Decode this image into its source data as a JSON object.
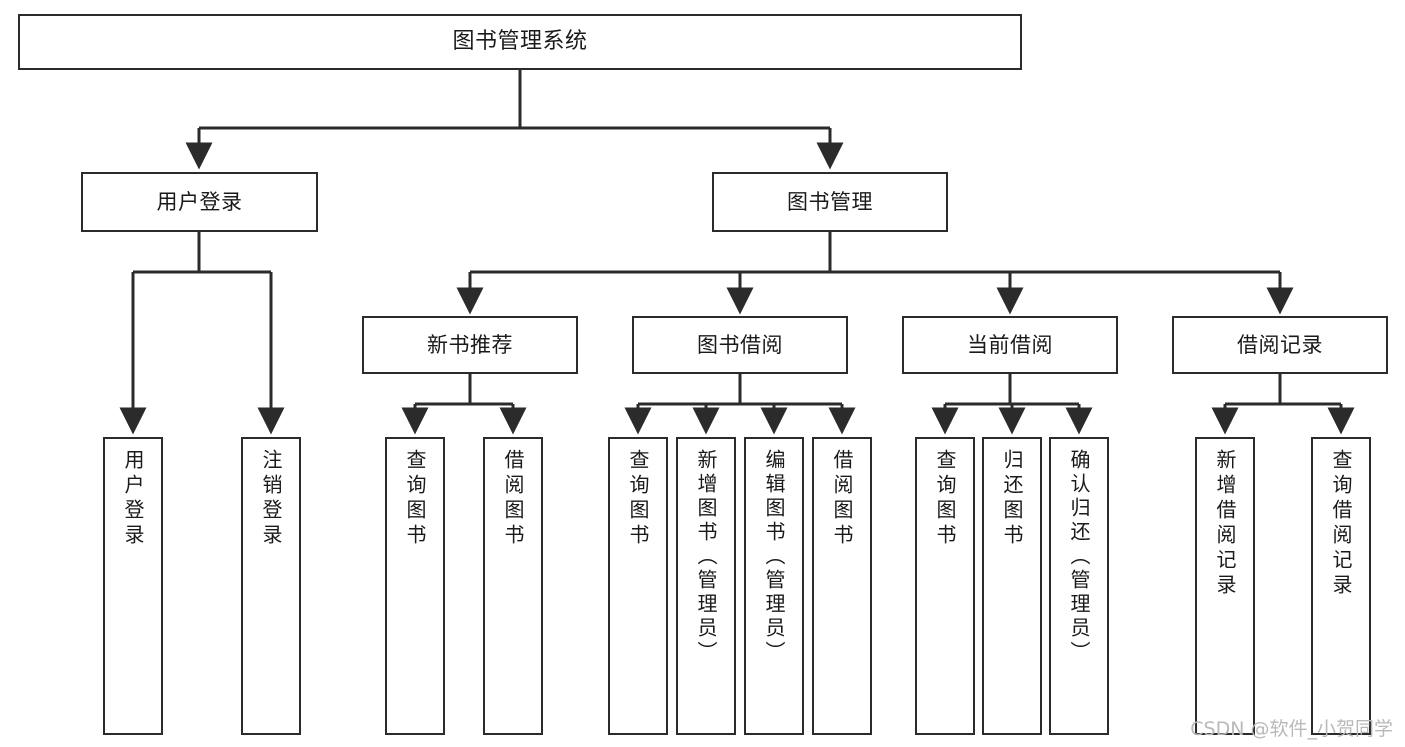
{
  "diagram": {
    "type": "hierarchy-tree",
    "title": "图书管理系统",
    "colors": {
      "background": "#ffffff",
      "border": "#2b2b2b",
      "text": "#1a1a1a",
      "connector": "#2b2b2b",
      "watermark": "#b9b9b9"
    },
    "root": {
      "label": "图书管理系统"
    },
    "level1": [
      {
        "label": "用户登录"
      },
      {
        "label": "图书管理"
      }
    ],
    "level2": [
      {
        "label": "新书推荐"
      },
      {
        "label": "图书借阅"
      },
      {
        "label": "当前借阅"
      },
      {
        "label": "借阅记录"
      }
    ],
    "leaves": {
      "user_login": [
        {
          "label": "用户登录"
        },
        {
          "label": "注销登录"
        }
      ],
      "new_book_recommend": [
        {
          "label": "查询图书"
        },
        {
          "label": "借阅图书"
        }
      ],
      "book_borrow": [
        {
          "label": "查询图书"
        },
        {
          "label": "新增图书（管理员）"
        },
        {
          "label": "编辑图书（管理员）"
        },
        {
          "label": "借阅图书"
        }
      ],
      "current_borrow": [
        {
          "label": "查询图书"
        },
        {
          "label": "归还图书"
        },
        {
          "label": "确认归还（管理员）"
        }
      ],
      "borrow_record": [
        {
          "label": "新增借阅记录"
        },
        {
          "label": "查询借阅记录"
        }
      ]
    }
  },
  "watermark": {
    "text": "CSDN @软件_小贺同学"
  }
}
